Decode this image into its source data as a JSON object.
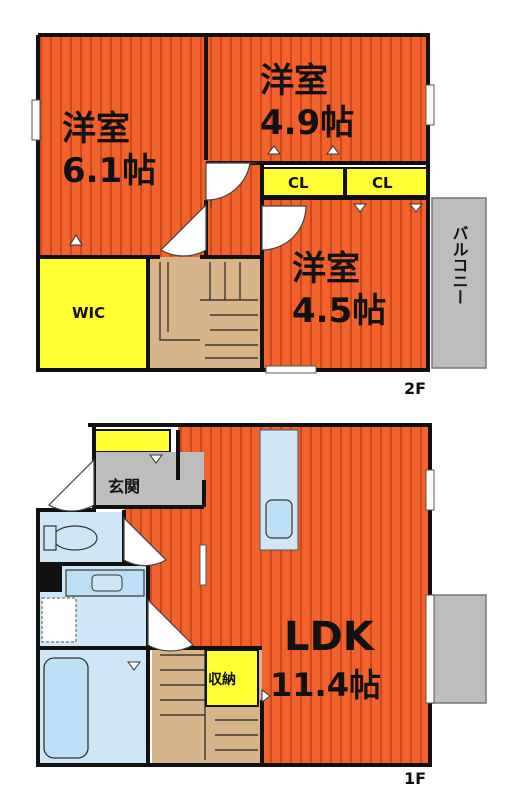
{
  "floors": {
    "second": {
      "label": "2F",
      "rooms": {
        "western_a": {
          "name": "洋室",
          "size": "6.1帖"
        },
        "western_b": {
          "name": "洋室",
          "size": "4.9帖"
        },
        "western_c": {
          "name": "洋室",
          "size": "4.5帖"
        },
        "wic": {
          "name": "WIC"
        },
        "closet_a": {
          "name": "CL"
        },
        "closet_b": {
          "name": "CL"
        },
        "balcony": {
          "name": "バルコニー"
        }
      }
    },
    "first": {
      "label": "1F",
      "rooms": {
        "ldk": {
          "name": "LDK",
          "size": "11.4帖"
        },
        "entrance": {
          "name": "玄関"
        },
        "storage": {
          "name": "収納"
        }
      }
    }
  },
  "colors": {
    "floor_orange": "#f2622c",
    "floor_stripe": "#c23a12",
    "closet_yellow": "#ffff33",
    "wet_blue": "#cfe6f7",
    "gray": "#bdbdbd",
    "stair_tan": "#d8b48a",
    "wall": "#111111"
  }
}
